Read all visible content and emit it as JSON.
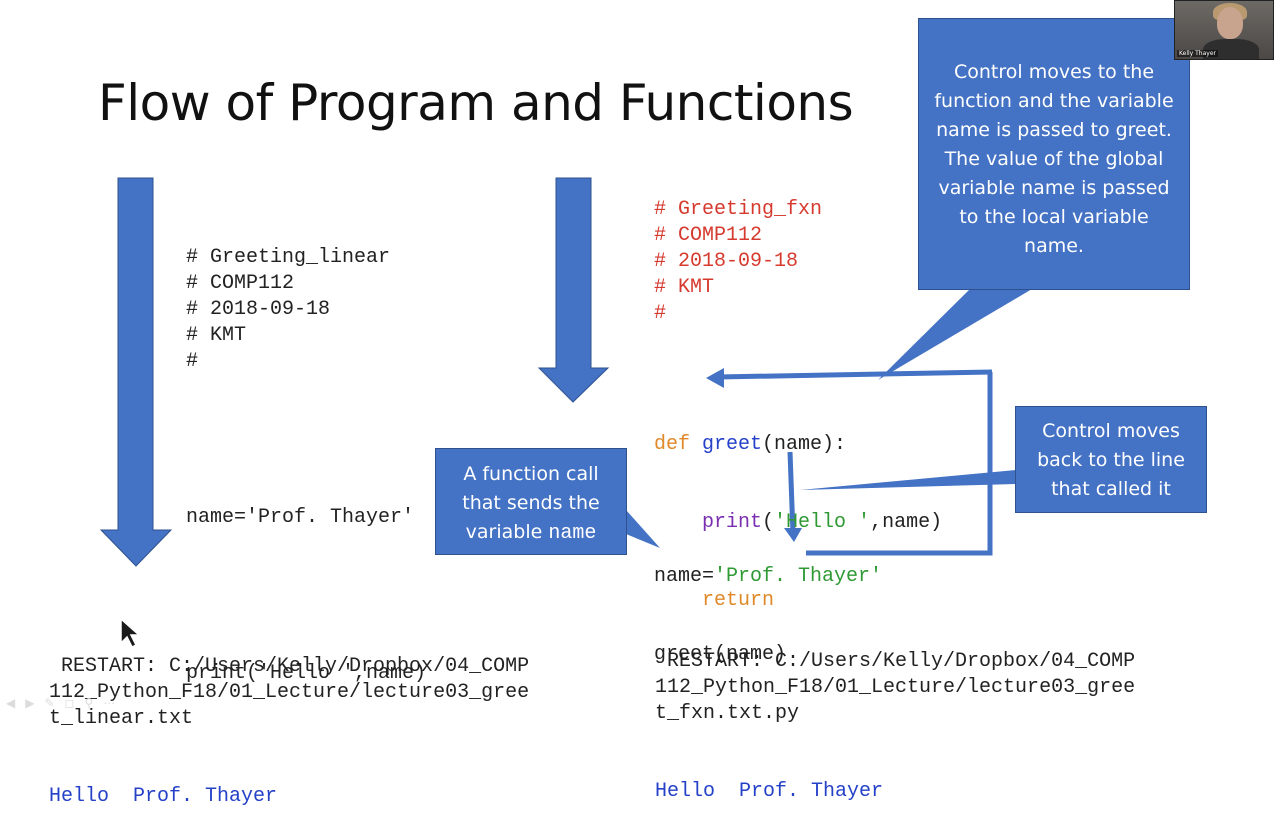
{
  "slide": {
    "title": "Flow of Program and Functions"
  },
  "code_linear": {
    "header_lines": "# Greeting_linear\n# COMP112\n# 2018-09-18\n# KMT\n#",
    "assign_line": "name='Prof. Thayer'",
    "print_line": "print('Hello ',name)"
  },
  "code_fxn": {
    "header_lines": "# Greeting_fxn\n# COMP112\n# 2018-09-18\n# KMT\n#",
    "def_kw": "def",
    "def_name": "greet",
    "def_params": "(name):",
    "print_kw": "print",
    "print_args_open": "(",
    "print_str": "'Hello '",
    "print_args_close": ",name)",
    "return_kw": "return",
    "assign_var": "name=",
    "assign_str": "'Prof. Thayer'",
    "call_line": "greet(name)"
  },
  "callouts": {
    "top_right": "Control moves to the function and the variable name is passed to greet. The value of the global variable name is passed to the local variable name.",
    "middle_left_text": "A function call that sends the variable",
    "middle_left_code": "name",
    "right": "Control moves back to the line that called it"
  },
  "output_left": {
    "restart_text": " RESTART: C:/Users/Kelly/Dropbox/04_COMP\n112_Python_F18/01_Lecture/lecture03_gree\nt_linear.txt",
    "hello_text": "Hello  Prof. Thayer"
  },
  "output_right": {
    "restart_text": " RESTART: C:/Users/Kelly/Dropbox/04_COMP\n112_Python_F18/01_Lecture/lecture03_gree\nt_fxn.txt.py",
    "hello_text": "Hello  Prof. Thayer"
  },
  "webcam": {
    "participant_name": "Kelly Thayer"
  },
  "colors": {
    "callout_fill": "#4472c4",
    "code_red": "#d63a2f",
    "code_blue": "#2441c8",
    "code_green": "#2f9a35",
    "keyword_orange": "#e0892a"
  },
  "icons": [
    "mouse-pointer-icon",
    "presentation-toolbar-icons"
  ]
}
